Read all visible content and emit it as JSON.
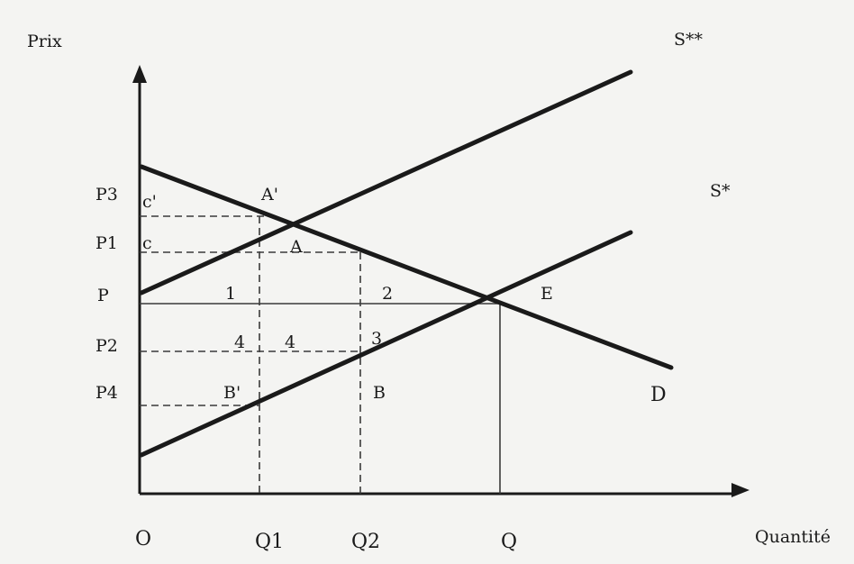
{
  "axes": {
    "y_label": "Prix",
    "x_label": "Quantité",
    "origin": "O"
  },
  "price_levels": [
    "P3",
    "P1",
    "P",
    "P2",
    "P4"
  ],
  "quantity_levels": [
    "Q1",
    "Q2",
    "Q"
  ],
  "curves": {
    "supply_high": "S**",
    "supply_low": "S*",
    "demand": "D"
  },
  "points": {
    "A_prime": "A'",
    "A": "A",
    "E": "E",
    "B_prime": "B'",
    "B": "B"
  },
  "area_labels": {
    "c_prime": "c'",
    "c": "c",
    "one": "1",
    "two": "2",
    "three": "3",
    "four_left": "4",
    "four_right": "4"
  }
}
